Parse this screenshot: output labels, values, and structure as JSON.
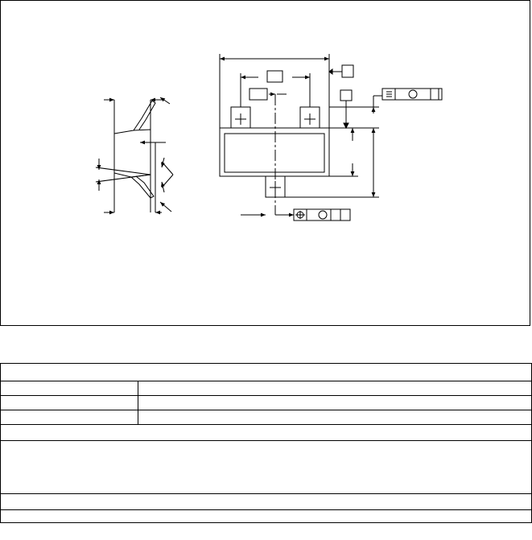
{
  "drawing": {
    "line_color": "#000000",
    "views": [
      "side-view",
      "top-view"
    ],
    "annotations": [
      "datum-flag-a",
      "datum-flag-b",
      "datum-flag-c",
      "feature-control-frame-top",
      "feature-control-frame-bottom"
    ]
  },
  "info_table": {
    "header": "",
    "rows": [
      {
        "label": "",
        "value": ""
      },
      {
        "label": "",
        "value": ""
      },
      {
        "label": "",
        "value": ""
      }
    ],
    "note": "",
    "notes_block": "",
    "footer_1": "",
    "footer_2": ""
  }
}
